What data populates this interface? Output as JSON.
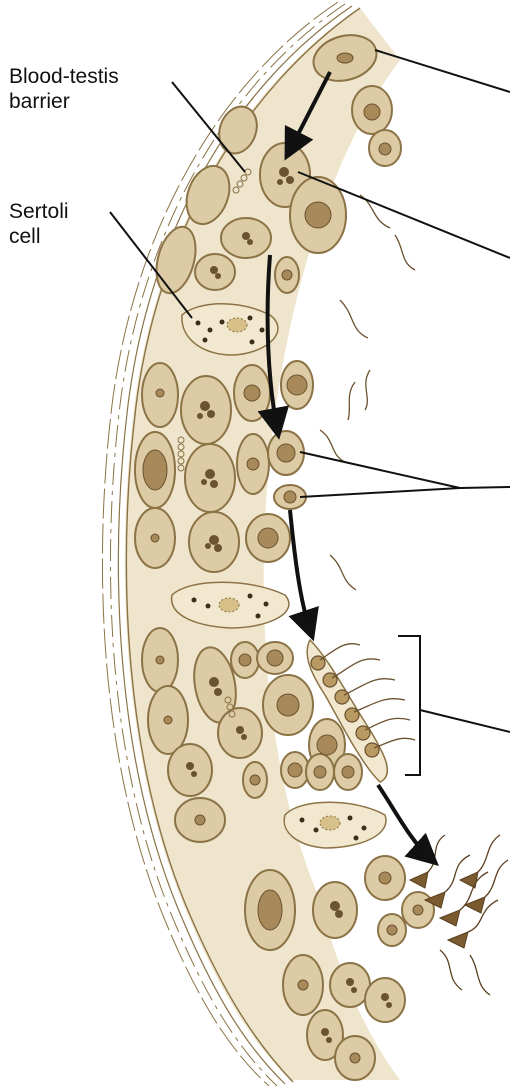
{
  "labels": {
    "blood_testis_barrier": [
      "Blood-testis",
      "barrier"
    ],
    "sertoli_cell": [
      "Sertoli",
      "cell"
    ]
  },
  "colors": {
    "background": "#ffffff",
    "cell_fill": "#dccba4",
    "cell_stroke": "#8b7346",
    "nucleus_fill": "#a8895a",
    "nucleus_dark": "#6b5230",
    "sertoli_fill": "#f2e8cf",
    "connective": "#e5d9bd",
    "arrow": "#111111",
    "leader_line": "#111111",
    "sperm": "#7a5b30"
  },
  "icons": [
    "developmental-arrow",
    "leader-line",
    "bracket"
  ]
}
